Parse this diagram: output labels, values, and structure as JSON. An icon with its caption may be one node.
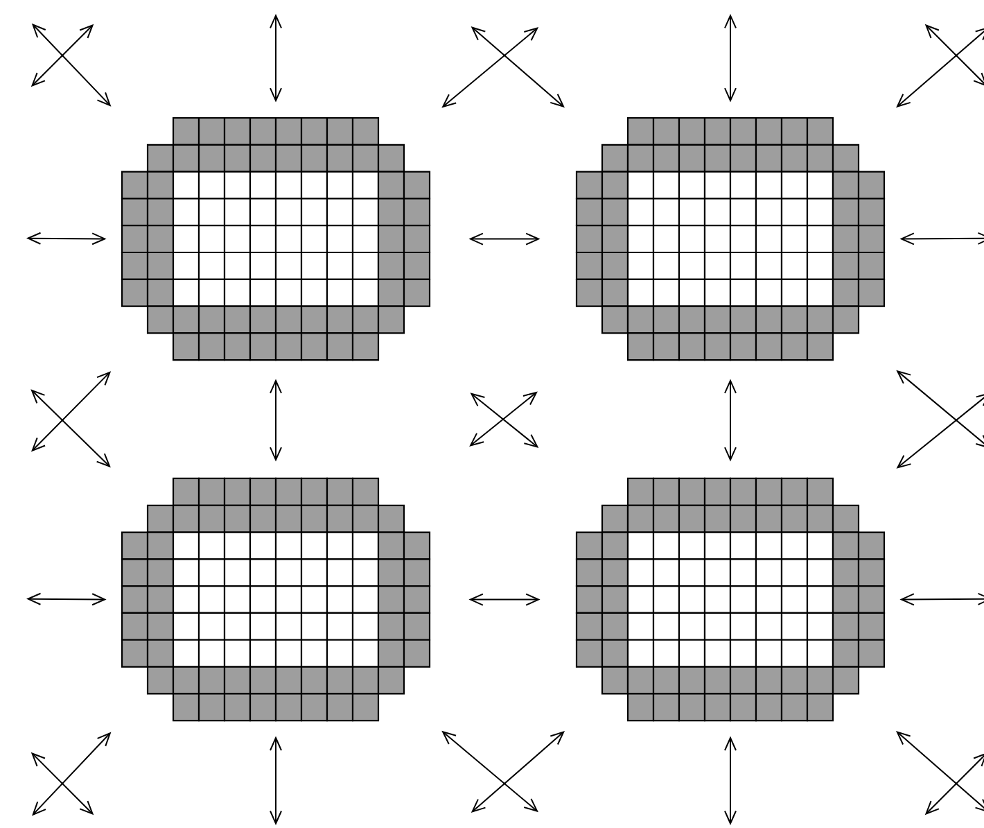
{
  "diagram": {
    "nodes": [
      {
        "text": [],
        "shape": "grid"
      },
      {
        "text": [],
        "shape": "grid"
      },
      {
        "text": [],
        "shape": "grid"
      },
      {
        "text": [],
        "shape": "grid"
      }
    ],
    "edges": [
      {
        "from": null,
        "to": 0,
        "arrow": "both"
      },
      {
        "from": null,
        "to": 1,
        "arrow": "both"
      },
      {
        "from": 0,
        "to": 2,
        "arrow": "both"
      },
      {
        "from": 1,
        "to": 3,
        "arrow": "both"
      },
      {
        "from": 2,
        "to": null,
        "arrow": "both"
      },
      {
        "from": 3,
        "to": null,
        "arrow": "both"
      },
      {
        "from": null,
        "to": 0,
        "arrow": "both"
      },
      {
        "from": 0,
        "to": 1,
        "arrow": "both"
      },
      {
        "from": 1,
        "to": null,
        "arrow": "both"
      },
      {
        "from": null,
        "to": 2,
        "arrow": "both"
      },
      {
        "from": 2,
        "to": 3,
        "arrow": "both"
      },
      {
        "from": 3,
        "to": null,
        "arrow": "both"
      },
      {
        "from": null,
        "to": 0,
        "arrow": "both"
      },
      {
        "from": null,
        "to": 1,
        "arrow": "both"
      },
      {
        "from": null,
        "to": 0,
        "arrow": "both"
      },
      {
        "from": null,
        "to": 1,
        "arrow": "both"
      },
      {
        "from": null,
        "to": 2,
        "arrow": "both"
      },
      {
        "from": null,
        "to": 0,
        "arrow": "both"
      },
      {
        "from": 0,
        "to": 3,
        "arrow": "both"
      },
      {
        "from": 1,
        "to": 2,
        "arrow": "both"
      },
      {
        "from": 1,
        "to": null,
        "arrow": "both"
      },
      {
        "from": null,
        "to": 3,
        "arrow": "both"
      },
      {
        "from": null,
        "to": 2,
        "arrow": "both"
      },
      {
        "from": 2,
        "to": null,
        "arrow": "both"
      },
      {
        "from": null,
        "to": 3,
        "arrow": "both"
      },
      {
        "from": 3,
        "to": null,
        "arrow": "both"
      }
    ]
  }
}
